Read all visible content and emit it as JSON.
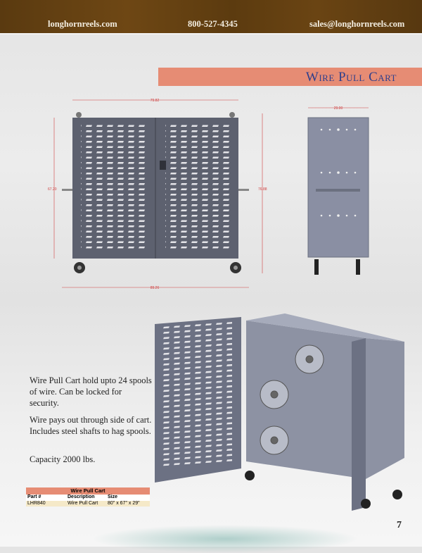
{
  "header": {
    "website": "longhornreels.com",
    "phone": "800-527-4345",
    "email": "sales@longhornreels.com"
  },
  "title": "Wire Pull Cart",
  "drawing": {
    "front_width": "79.82",
    "front_height": "67.20",
    "overall_height": "76.88",
    "overall_width": "89.26",
    "side_depth": "29.00"
  },
  "description": [
    "Wire Pull Cart hold upto 24 spools of wire. Can be locked for security.",
    "Wire pays out through side of cart. Includes steel shafts to hag spools.",
    "Capacity 2000 lbs."
  ],
  "table": {
    "caption": "Wire Pull Cart",
    "headers": [
      "Part #",
      "Description",
      "Size"
    ],
    "rows": [
      [
        "LHR840",
        "Wire Pull Cart",
        "80\" x 67\" x 29\""
      ]
    ]
  },
  "page_number": "7",
  "colors": {
    "accent": "#e68c74",
    "title": "#2e3f8c",
    "header": "#5f3d10",
    "steel": "#6b7080"
  }
}
